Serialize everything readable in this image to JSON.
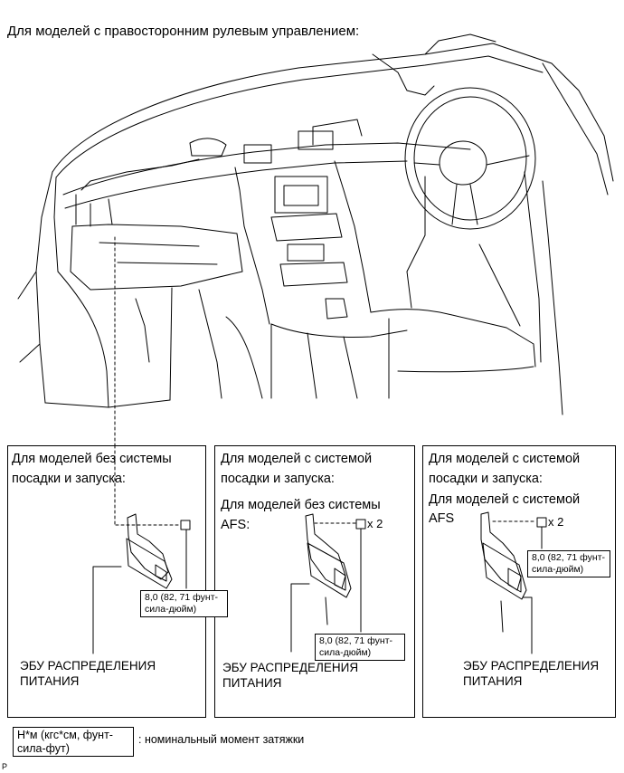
{
  "title": "Для моделей с правосторонним рулевым управлением:",
  "panels": [
    {
      "heading_line1": "Для моделей без системы",
      "heading_line2": "посадки и запуска:",
      "torque_line1": "8,0 (82, 71 фунт-",
      "torque_line2": "сила-дюйм)",
      "ecu_line1": "ЭБУ РАСПРЕДЕЛЕНИЯ",
      "ecu_line2": "ПИТАНИЯ"
    },
    {
      "heading_line1": "Для моделей с системой",
      "heading_line2": "посадки и запуска:",
      "sub_line1": "Для моделей без системы",
      "sub_line2": "AFS:",
      "count": "x 2",
      "torque_line1": "8,0 (82, 71 фунт-",
      "torque_line2": "сила-дюйм)",
      "ecu_line1": "ЭБУ РАСПРЕДЕЛЕНИЯ",
      "ecu_line2": "ПИТАНИЯ"
    },
    {
      "heading_line1": "Для моделей с системой",
      "heading_line2": "посадки и запуска:",
      "sub_line1": "Для моделей с системой",
      "sub_line2": "AFS",
      "count": "x 2",
      "torque_line1": "8,0 (82, 71 фунт-",
      "torque_line2": "сила-дюйм)",
      "ecu_line1": "ЭБУ РАСПРЕДЕЛЕНИЯ",
      "ecu_line2": "ПИТАНИЯ"
    }
  ],
  "legend": {
    "unit_line1": "Н*м (кгс*см, фунт-",
    "unit_line2": "сила-фут)",
    "description": ": номинальный момент затяжки"
  },
  "corner_mark": "P"
}
